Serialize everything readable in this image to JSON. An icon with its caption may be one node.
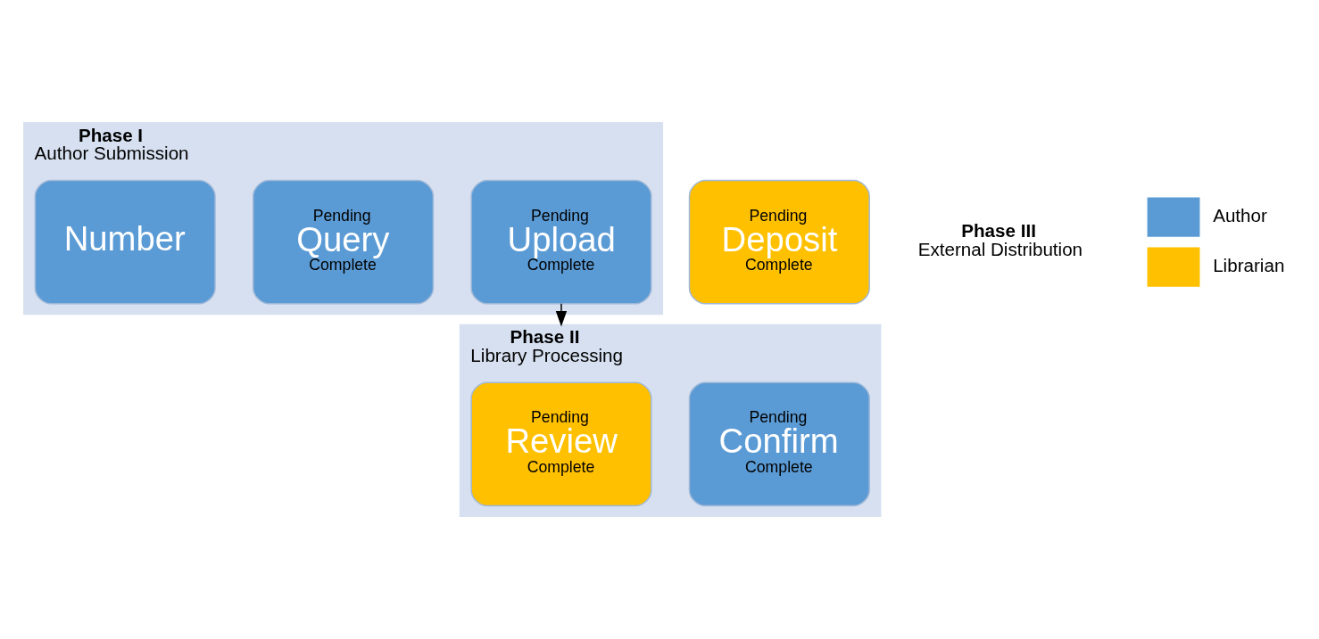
{
  "diagram": {
    "nodes": [
      {
        "text": [
          "Phase I",
          "Author Submission"
        ]
      },
      {
        "text": [
          "Number"
        ],
        "in": 0
      },
      {
        "text": [
          "Pending",
          "Query",
          "Complete"
        ],
        "in": 0
      },
      {
        "text": [
          "Pending",
          "Upload",
          "Complete"
        ],
        "in": 0
      },
      {
        "text": [
          "Phase II",
          "Library Processing"
        ]
      },
      {
        "text": [
          "Pending",
          "Review",
          "Complete"
        ],
        "in": 4
      },
      {
        "text": [
          "Pending",
          "Confirm",
          "Complete"
        ],
        "in": 4
      },
      {
        "text": [
          "Pending",
          "Deposit",
          "Complete"
        ]
      }
    ],
    "edges": [
      {
        "from": 3,
        "to": 4,
        "arrow": "to"
      }
    ],
    "labels": [
      "Phase III",
      "External Distribution"
    ],
    "legend": [
      {
        "text": "Author",
        "color": "#5b9bd5"
      },
      {
        "text": "Librarian",
        "color": "#ffc000"
      }
    ]
  }
}
